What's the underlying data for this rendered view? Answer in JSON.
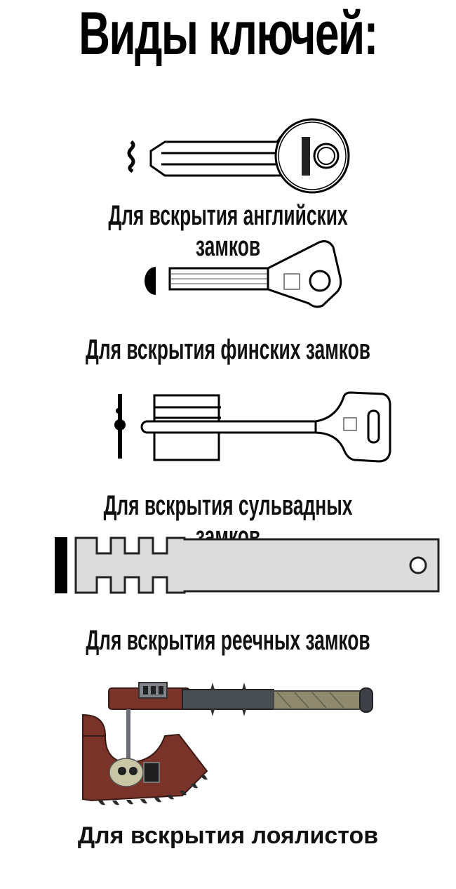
{
  "title": "Виды ключей:",
  "items": [
    {
      "icon": "english-key-icon",
      "caption": "Для вскрытия английских замков"
    },
    {
      "icon": "finnish-key-icon",
      "caption": "Для вскрытия финских замков"
    },
    {
      "icon": "suvald-key-icon",
      "caption": "Для вскрытия сульвадных замков"
    },
    {
      "icon": "rack-key-icon",
      "caption": "Для вскрытия реечных замков"
    },
    {
      "icon": "chainaxe-icon",
      "caption": "Для вскрытия лоялистов"
    }
  ],
  "colors": {
    "text": "#111111",
    "key_fill": "#dcdcdc",
    "axe_red": "#7a3328",
    "axe_metal": "#4a4e55",
    "grip": "#8f8a6d"
  }
}
